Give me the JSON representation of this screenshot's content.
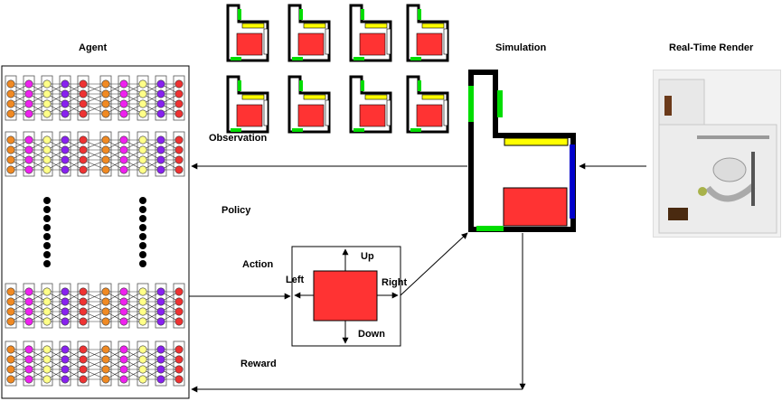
{
  "labels": {
    "agent": "Agent",
    "simulation": "Simulation",
    "render": "Real-Time Render",
    "observation": "Observation",
    "policy": "Policy",
    "action": "Action",
    "reward": "Reward",
    "up": "Up",
    "down": "Down",
    "left": "Left",
    "right": "Right"
  },
  "colors": {
    "walls": "#000000",
    "room_red": "#ff3333",
    "wall_green": "#00dd00",
    "wall_yellow": "#ffff00",
    "wall_blue": "#0000cc",
    "node_orange": "#f08a24",
    "node_magenta": "#ee22ee",
    "node_yellow": "#ffff88",
    "node_purple": "#8822ee",
    "node_red": "#ee3333",
    "dot_black": "#000000"
  },
  "icons": {
    "neural_network": "neural-network-icon",
    "floorplan": "floorplan-icon",
    "render_view": "room-render-image"
  }
}
